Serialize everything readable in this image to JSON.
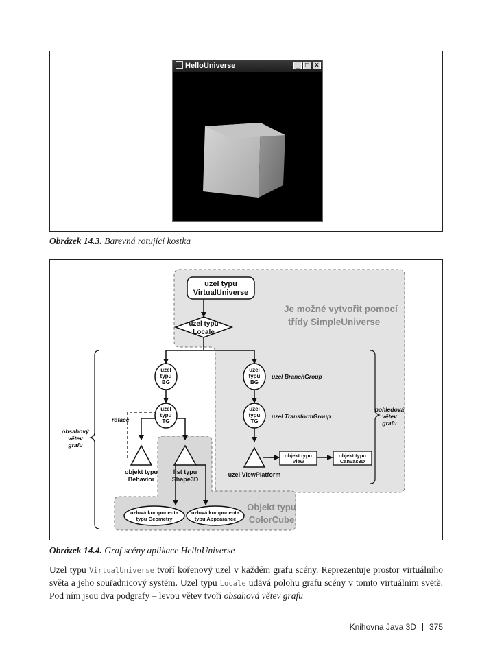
{
  "figure1": {
    "window_title": "HelloUniverse",
    "caption_label": "Obrázek 14.3.",
    "caption_text": "Barevná rotující kostka"
  },
  "figure2": {
    "caption_label": "Obrázek 14.4.",
    "caption_text": "Graf scény aplikace HelloUniverse",
    "virtual_universe": [
      "uzel typu",
      "VirtualUniverse"
    ],
    "locale": [
      "uzel typu",
      "Locale"
    ],
    "simple_universe_note": [
      "Je možné vytvořit pomocí",
      "třídy SimpleUniverse"
    ],
    "bg_left": [
      "uzel",
      "typu",
      "BG"
    ],
    "bg_right": [
      "uzel",
      "typu",
      "BG"
    ],
    "tg_left": [
      "uzel",
      "typu",
      "TG"
    ],
    "tg_right": [
      "uzel",
      "typu",
      "TG"
    ],
    "branchgroup_label": "uzel BranchGroup",
    "transformgroup_label": "uzel TransformGroup",
    "rotace": "rotace",
    "obsahovy": [
      "obsahový",
      "větev",
      "grafu"
    ],
    "pohledovy": [
      "pohledová",
      "větev",
      "grafu"
    ],
    "behavior": [
      "objekt typu",
      "Behavior"
    ],
    "shape3d": [
      "list typu",
      "Shape3D"
    ],
    "viewplatform": "uzel ViewPlatform",
    "view": [
      "objekt typu",
      "View"
    ],
    "canvas3d": [
      "objekt typu",
      "Canvas3D"
    ],
    "geometry": [
      "uzlová komponenta",
      "typu Geometry"
    ],
    "appearance": [
      "uzlová komponenta",
      "typu Appearance"
    ],
    "colorcube": [
      "Objekt typu",
      "ColorCube"
    ]
  },
  "paragraph": {
    "t1": "Uzel typu ",
    "code1": "VirtualUniverse",
    "t2": " tvoří kořenový uzel v každém grafu scény. Reprezentuje prostor virtuálního světa a jeho souřadnicový systém. Uzel typu ",
    "code2": "Locale",
    "t3": " udává polohu grafu scény v tomto virtuálním světě. Pod ním jsou dva podgrafy – levou větev tvoří ",
    "t4": "obsahová větev grafu"
  },
  "footer": {
    "book": "Knihovna Java 3D",
    "page": "375"
  }
}
